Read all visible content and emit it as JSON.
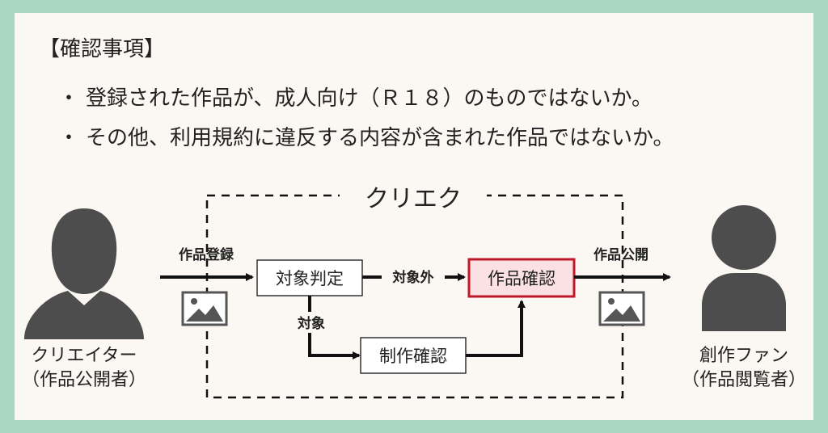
{
  "heading": "【確認事項】",
  "bullets": [
    "登録された作品が、成人向け（Ｒ１８）のものではないか。",
    "その他、利用規約に違反する内容が含まれた作品ではないか。"
  ],
  "bullet_marker": "・",
  "diagram": {
    "service_label": "クリエク",
    "creator_label_1": "クリエイター",
    "creator_label_2": "（作品公開者）",
    "fan_label_1": "創作ファン",
    "fan_label_2": "（作品閲覧者）",
    "edge_register": "作品登録",
    "edge_publish": "作品公開",
    "edge_out_of_scope": "対象外",
    "edge_target": "対象",
    "node_judge": "対象判定",
    "node_confirm": "作品確認",
    "node_production": "制作確認",
    "colors": {
      "background_border": "#a9d6c0",
      "panel": "#fbf8f3",
      "person": "#4d4d4d",
      "highlight_fill": "#fbe1e4",
      "highlight_stroke": "#c0182a"
    }
  }
}
